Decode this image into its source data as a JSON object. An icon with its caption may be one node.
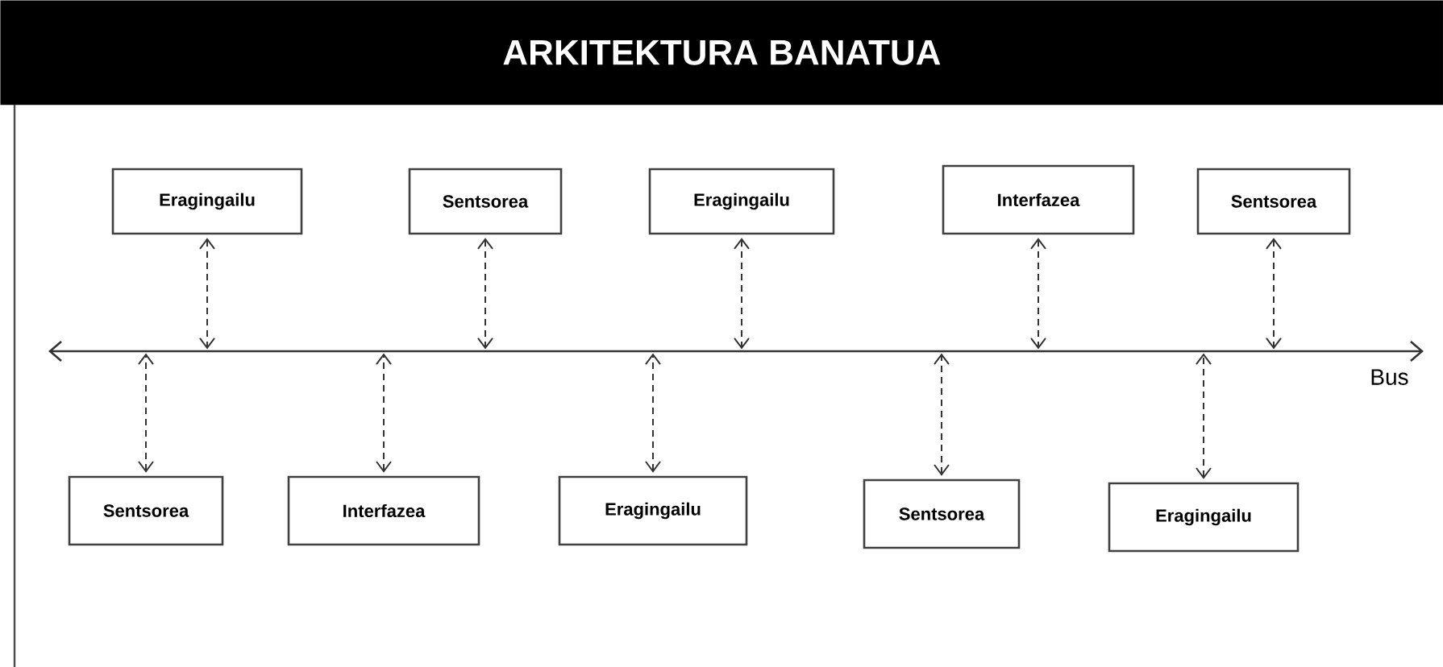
{
  "diagram": {
    "title": "ARKITEKTURA BANATUA",
    "nodes": [
      {
        "text": [
          "Eragingailu"
        ]
      },
      {
        "text": [
          "Sentsorea"
        ]
      },
      {
        "text": [
          "Eragingailu"
        ]
      },
      {
        "text": [
          "Interfazea"
        ]
      },
      {
        "text": [
          "Sentsorea"
        ]
      },
      {
        "text": [],
        "shape": "bar",
        "beside": [
          "Bus"
        ]
      },
      {
        "text": [
          "Sentsorea"
        ]
      },
      {
        "text": [
          "Interfazea"
        ]
      },
      {
        "text": [
          "Eragingailu"
        ]
      },
      {
        "text": [
          "Sentsorea"
        ]
      },
      {
        "text": [
          "Eragingailu"
        ]
      }
    ],
    "edges": [
      {
        "from": 0,
        "to": 5,
        "arrow": "both",
        "style": "dashed"
      },
      {
        "from": 1,
        "to": 5,
        "arrow": "both",
        "style": "dashed"
      },
      {
        "from": 2,
        "to": 5,
        "arrow": "both",
        "style": "dashed"
      },
      {
        "from": 3,
        "to": 5,
        "arrow": "both",
        "style": "dashed"
      },
      {
        "from": 4,
        "to": 5,
        "arrow": "both",
        "style": "dashed"
      },
      {
        "from": 6,
        "to": 5,
        "arrow": "both",
        "style": "dashed"
      },
      {
        "from": 7,
        "to": 5,
        "arrow": "both",
        "style": "dashed"
      },
      {
        "from": 8,
        "to": 5,
        "arrow": "both",
        "style": "dashed"
      },
      {
        "from": 9,
        "to": 5,
        "arrow": "both",
        "style": "dashed"
      },
      {
        "from": 10,
        "to": 5,
        "arrow": "both",
        "style": "dashed"
      }
    ]
  }
}
